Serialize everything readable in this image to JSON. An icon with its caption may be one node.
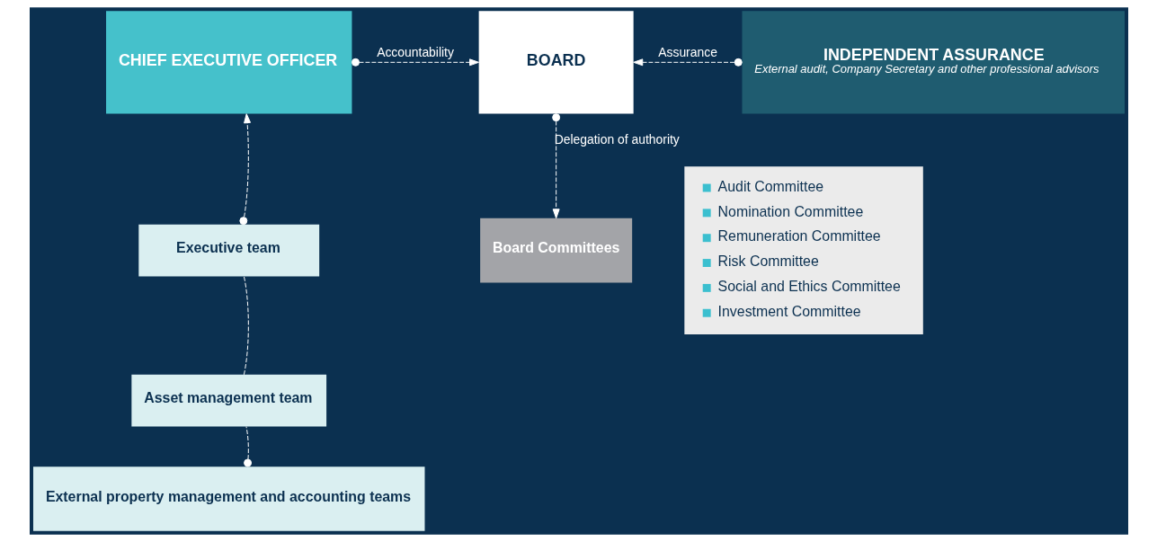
{
  "diagram": {
    "nodes": [
      {
        "text": [
          "CHIEF EXECUTIVE OFFICER"
        ]
      },
      {
        "text": [
          "BOARD"
        ]
      },
      {
        "text": [
          "INDEPENDENT ASSURANCE",
          "External audit, Company Secretary and other professional advisors"
        ]
      },
      {
        "text": [
          "Board Committees"
        ]
      },
      {
        "text": [
          "Audit Committee",
          "Nomination Committee",
          "Remuneration Committee",
          "Risk Committee",
          "Social and Ethics Committee",
          "Investment Committee"
        ]
      },
      {
        "text": [
          "Executive team"
        ]
      },
      {
        "text": [
          "Asset management team"
        ]
      },
      {
        "text": [
          "External property management and accounting teams"
        ]
      }
    ],
    "edges": [
      {
        "from": 0,
        "to": 1,
        "arrow": "to",
        "label": "Accountability",
        "style": "dashed"
      },
      {
        "from": 2,
        "to": 1,
        "arrow": "to",
        "label": "Assurance",
        "style": "dashed"
      },
      {
        "from": 1,
        "to": 3,
        "arrow": "to",
        "label": "Delegation of authority",
        "style": "dashed"
      },
      {
        "from": 5,
        "to": 0,
        "arrow": "to",
        "style": "dashed"
      },
      {
        "from": 6,
        "to": 5,
        "arrow": "none",
        "style": "dashed"
      },
      {
        "from": 7,
        "to": 6,
        "arrow": "other",
        "style": "dashed"
      }
    ]
  }
}
